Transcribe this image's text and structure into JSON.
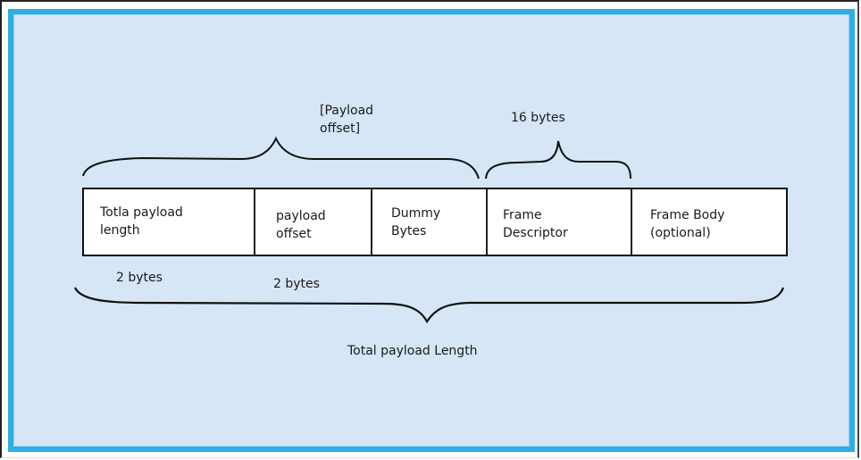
{
  "diagram": {
    "title": "Frame payload structure",
    "fields": [
      {
        "label": "Totla payload\nlength"
      },
      {
        "label": "payload\noffset"
      },
      {
        "label": "Dummy\nBytes"
      },
      {
        "label": "Frame\nDescriptor"
      },
      {
        "label": "Frame Body\n(optional)"
      }
    ],
    "annotations": {
      "payload_offset_brace": "[Payload\noffset]",
      "descriptor_brace": "16 bytes",
      "total_length_size": "2 bytes",
      "payload_offset_size": "2 bytes",
      "total_brace": "Total payload Length"
    },
    "colors": {
      "border": "#2eaee6",
      "background": "#d6e6f6",
      "cell_fill": "#ffffff",
      "stroke": "#111111"
    }
  }
}
